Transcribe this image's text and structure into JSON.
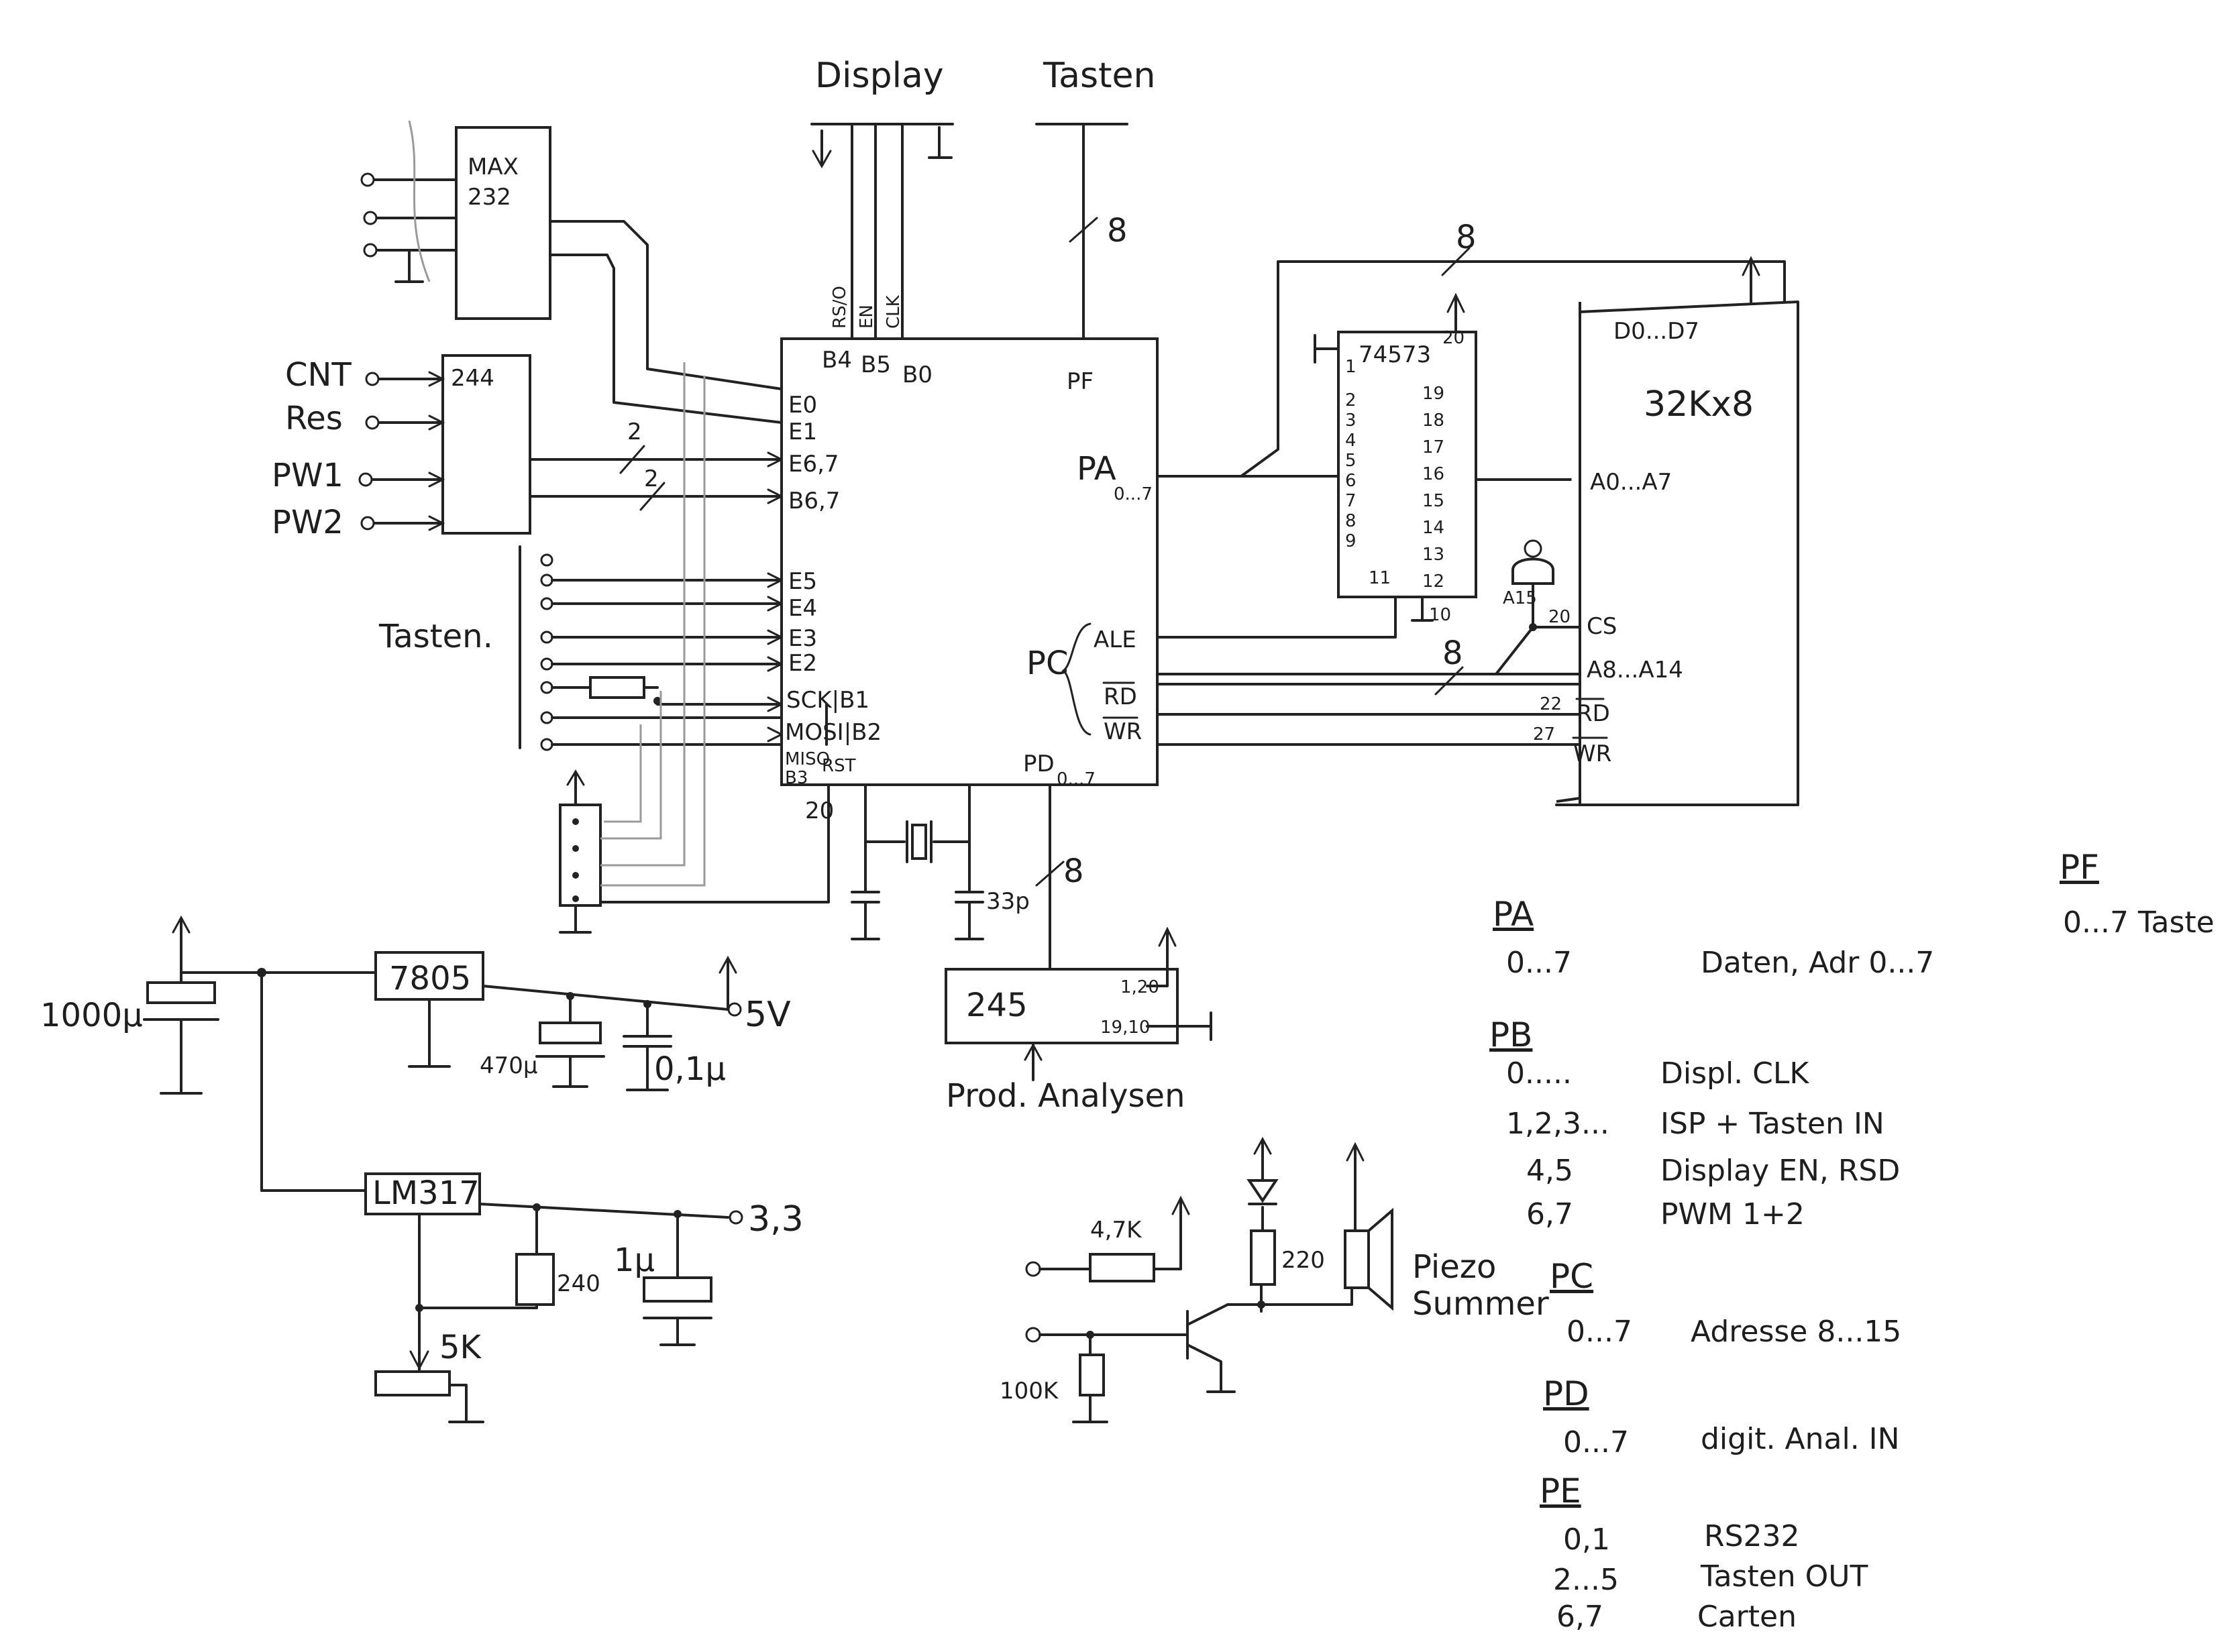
{
  "labels": {
    "display": "Display",
    "tasten": "Tasten",
    "max": "MAX",
    "max_num": "232",
    "ic244": "244",
    "cnt": "CNT",
    "res": "Res",
    "pw1": "PW1",
    "pw2": "PW2",
    "bus2a": "2",
    "bus2b": "2",
    "tastenl": "Tasten.",
    "disp_rs": "RS/O",
    "disp_en": "EN",
    "disp_clk": "CLK",
    "bus8_top": "8",
    "mcu_b4": "B4",
    "mcu_b5": "B5",
    "mcu_b0": "B0",
    "mcu_pf": "PF",
    "mcu_e0": "E0",
    "mcu_e1": "E1",
    "mcu_e67": "E6,7",
    "mcu_b67": "B6,7",
    "mcu_e5": "E5",
    "mcu_e4": "E4",
    "mcu_e3": "E3",
    "mcu_e2": "E2",
    "mcu_sck": "SCK|B1",
    "mcu_mosi": "MOSI|B2",
    "mcu_miso": "MISO",
    "mcu_b3": "B3",
    "mcu_rst": "RST",
    "mcu_20": "20",
    "mcu_pa": "PA",
    "mcu_pa_sub": "0...7",
    "mcu_pc": "PC",
    "mcu_ale": "ALE",
    "mcu_rd": "RD",
    "mcu_wr": "WR",
    "mcu_pd": "PD",
    "mcu_pd_sub": "0...7",
    "ic573": "74573",
    "pin1": "1",
    "pin20": "20",
    "pins_left": [
      "2",
      "3",
      "4",
      "5",
      "6",
      "7",
      "8",
      "9"
    ],
    "pins_right": [
      "19",
      "18",
      "17",
      "16",
      "15",
      "14",
      "13",
      "12"
    ],
    "pin11": "11",
    "pin10": "10",
    "bus8_latch": "8",
    "ram_d": "D0...D7",
    "ram": "32Kx8",
    "ram_a": "A0...A7",
    "ram_a15": "A15",
    "ram_20": "20",
    "ram_cs": "CS",
    "bus8_addr": "8",
    "ram_a8": "A8...A14",
    "ram_22": "22",
    "ram_rd": "RD",
    "ram_27": "27",
    "ram_wr": "WR",
    "cap33": "33p",
    "bus8_pd": "8",
    "ic245": "245",
    "ic245_p1": "1,20",
    "ic245_p2": "19,10",
    "prod": "Prod. Analysen",
    "c1000": "1000µ",
    "ic7805": "7805",
    "c470": "470µ",
    "c01": "0,1µ",
    "v5": "5V",
    "lm317": "LM317",
    "v33": "3,3",
    "r240": "240",
    "c1": "1µ",
    "pot5k": "5K",
    "r47k": "4,7K",
    "r100k": "100K",
    "r220": "220",
    "piezo": "Piezo",
    "summer": "Summer"
  },
  "legend": {
    "pf_head": "PF",
    "pf_row": "0...7 Taste",
    "pa_head": "PA",
    "pa_k": "0...7",
    "pa_v": "Daten, Adr 0...7",
    "pb_head": "PB",
    "pb_r1k": "0.....",
    "pb_r1v": "Displ. CLK",
    "pb_r2k": "1,2,3...",
    "pb_r2v": "ISP + Tasten IN",
    "pb_r3k": "4,5",
    "pb_r3v": "Display EN, RSD",
    "pb_r4k": "6,7",
    "pb_r4v": "PWM 1+2",
    "pc_head": "PC",
    "pc_k": "0...7",
    "pc_v": "Adresse 8...15",
    "pd_head": "PD",
    "pd_k": "0...7",
    "pd_v": "digit. Anal. IN",
    "pe_head": "PE",
    "pe_r1k": "0,1",
    "pe_r1v": "RS232",
    "pe_r2k": "2...5",
    "pe_r2v": "Tasten OUT",
    "pe_r3k": "6,7",
    "pe_r3v": "Carten"
  }
}
